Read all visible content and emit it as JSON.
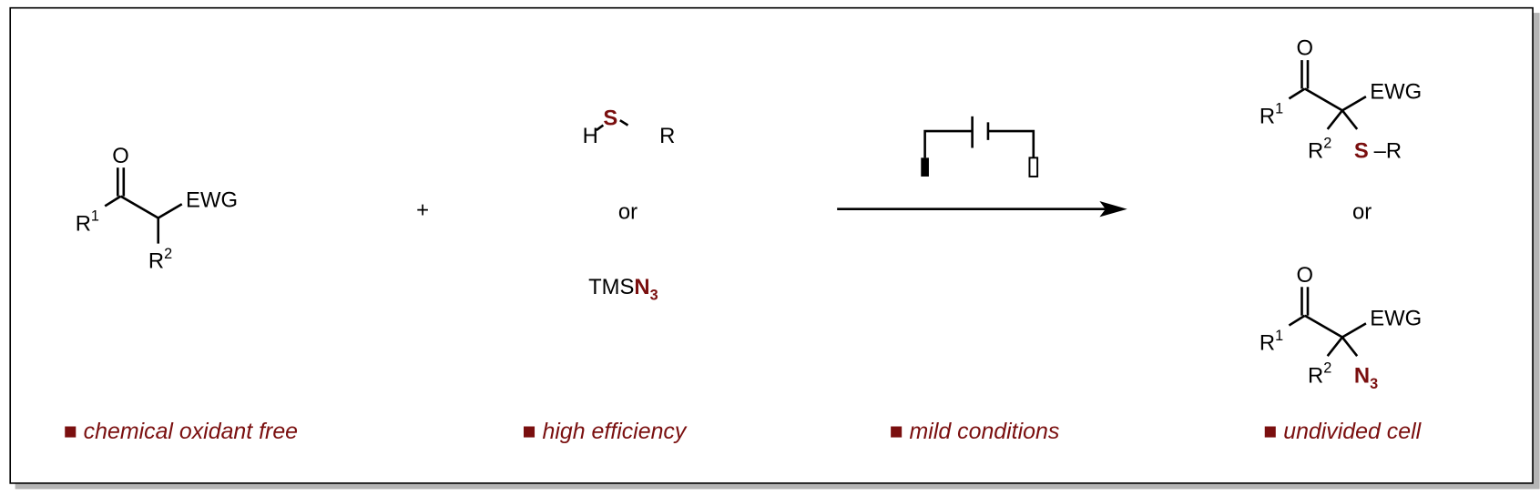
{
  "colors": {
    "accent": "#7a0f0f",
    "frame": "#000000",
    "shadow": "#b5b5b5"
  },
  "reactant": {
    "oxygen": "O",
    "r1": "R",
    "r1_sup": "1",
    "ewg": "EWG",
    "r2": "R",
    "r2_sup": "2"
  },
  "plus": "+",
  "reagents": {
    "thiol_h": "H",
    "thiol_s": "S",
    "thiol_r": "R",
    "or": "or",
    "azide_tms": "TMS",
    "azide_n": "N",
    "azide_sub": "3"
  },
  "conditions": {
    "icon": "electrolysis-cell-icon"
  },
  "products": {
    "thio": {
      "oxygen": "O",
      "r1": "R",
      "r1_sup": "1",
      "ewg": "EWG",
      "r2": "R",
      "r2_sup": "2",
      "s": "S",
      "r": "–R"
    },
    "or": "or",
    "azido": {
      "oxygen": "O",
      "r1": "R",
      "r1_sup": "1",
      "ewg": "EWG",
      "r2": "R",
      "r2_sup": "2",
      "n": "N",
      "n_sub": "3"
    }
  },
  "features": [
    {
      "bullet": "■",
      "label": "chemical oxidant free"
    },
    {
      "bullet": "■",
      "label": "high efficiency"
    },
    {
      "bullet": "■",
      "label": "mild conditions"
    },
    {
      "bullet": "■",
      "label": "undivided cell"
    }
  ]
}
